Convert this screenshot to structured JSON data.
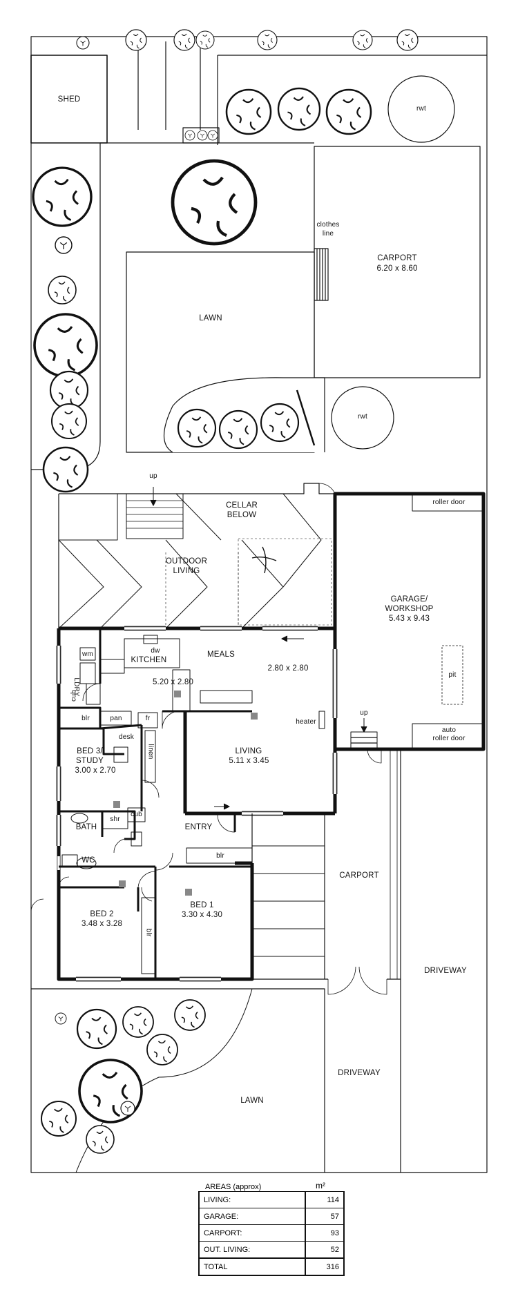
{
  "labels": {
    "shed": "SHED",
    "rwt_top": "rwt",
    "rwt_mid": "rwt",
    "clothes_line_1": "clothes",
    "clothes_line_2": "line",
    "carport_rear_name": "CARPORT",
    "carport_rear_dim": "6.20 x 8.60",
    "lawn_rear": "LAWN",
    "up_outdoor": "up",
    "cellar_1": "CELLAR",
    "cellar_2": "BELOW",
    "outdoor_1": "OUTDOOR",
    "outdoor_2": "LIVING",
    "roller_door": "roller door",
    "garage_1": "GARAGE/",
    "garage_2": "WORKSHOP",
    "garage_dim": "5.43 x 9.43",
    "pit": "pit",
    "up_garage": "up",
    "auto_1": "auto",
    "auto_2": "roller door",
    "wm": "wm",
    "ldry": "LDRY",
    "cub_ldry": "cub",
    "dw": "dw",
    "kitchen": "KITCHEN",
    "meals": "MEALS",
    "kitchen_dim": "5.20 x 2.80",
    "meals_dim": "2.80 x 2.80",
    "blr_study": "blr",
    "pan": "pan",
    "fr": "fr",
    "desk": "desk",
    "linen": "linen",
    "heater": "heater",
    "bed3_1": "BED 3/",
    "bed3_2": "STUDY",
    "bed3_dim": "3.00 x 2.70",
    "living": "LIVING",
    "living_dim": "5.11 x 3.45",
    "shr": "shr",
    "cub_bath": "cub",
    "bath": "BATH",
    "entry": "ENTRY",
    "wc": "WC",
    "blr_bed1": "blr",
    "bed2": "BED 2",
    "bed2_dim": "3.48 x 3.28",
    "blr_bed2": "blr",
    "bed1": "BED 1",
    "bed1_dim": "3.30 x 4.30",
    "carport_front": "CARPORT",
    "driveway_right": "DRIVEWAY",
    "driveway_mid": "DRIVEWAY",
    "lawn_front": "LAWN"
  },
  "areas": {
    "header": "AREAS (approx)",
    "unit": "m²",
    "rows": [
      {
        "name": "LIVING:",
        "value": "114"
      },
      {
        "name": "GARAGE:",
        "value": "57"
      },
      {
        "name": "CARPORT:",
        "value": "93"
      },
      {
        "name": "OUT. LIVING:",
        "value": "52"
      }
    ],
    "total_name": "TOTAL",
    "total_value": "316"
  }
}
